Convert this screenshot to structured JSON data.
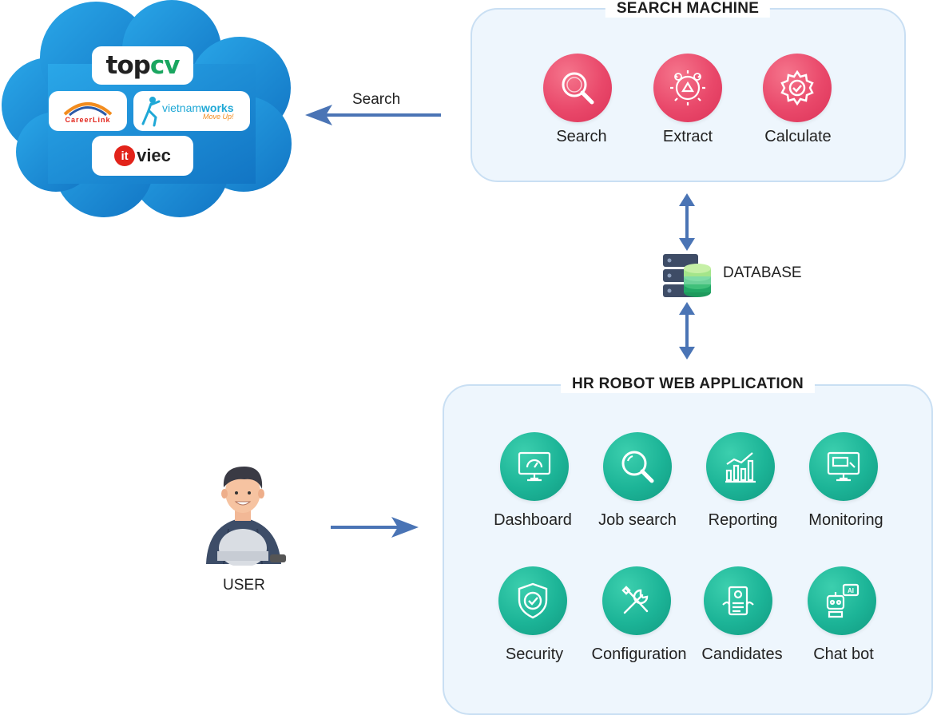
{
  "cloud": {
    "logos": {
      "topcv": {
        "text_a": "top",
        "text_b": "cv"
      },
      "careerlink": {
        "text": "CareerLink"
      },
      "vietnamworks": {
        "text_a": "vietnam",
        "text_b": "works",
        "tagline": "Move Up!"
      },
      "itviec": {
        "mark": "it",
        "text": "viec"
      }
    }
  },
  "search_arrow_label": "Search",
  "search_machine": {
    "title": "SEARCH MACHINE",
    "items": [
      {
        "label": "Search",
        "icon": "magnifier-icon"
      },
      {
        "label": "Extract",
        "icon": "gear-recycle-icon"
      },
      {
        "label": "Calculate",
        "icon": "gear-check-icon"
      }
    ]
  },
  "database": {
    "label": "DATABASE"
  },
  "user": {
    "label": "USER"
  },
  "hr_app": {
    "title": "HR ROBOT WEB APPLICATION",
    "items": [
      {
        "label": "Dashboard",
        "icon": "dashboard-monitor-icon"
      },
      {
        "label": "Job search",
        "icon": "magnifier-icon"
      },
      {
        "label": "Reporting",
        "icon": "bar-chart-icon"
      },
      {
        "label": "Monitoring",
        "icon": "monitor-icon"
      },
      {
        "label": "Security",
        "icon": "shield-check-icon"
      },
      {
        "label": "Configuration",
        "icon": "tools-icon"
      },
      {
        "label": "Candidates",
        "icon": "resume-icon"
      },
      {
        "label": "Chat bot",
        "icon": "robot-ai-icon"
      }
    ]
  },
  "colors": {
    "arrow": "#4a74b5",
    "panel_bg": "#eef6fd",
    "panel_border": "#c9dff3",
    "cloud": "#1e90d6",
    "red_icon": "#e9486a",
    "teal_icon": "#1cb497"
  }
}
